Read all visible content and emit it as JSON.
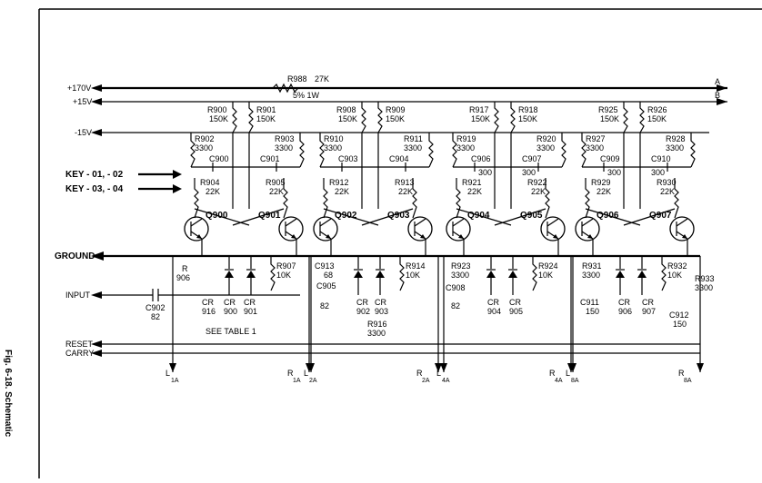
{
  "caption": "Fig. 6-18. Schematic",
  "rails": {
    "plus170": "+170V",
    "plus15": "+15V",
    "minus15": "-15V",
    "ground": "GROUND",
    "input": "INPUT",
    "reset": "RESET",
    "carry": "CARRY",
    "bus_a": "A",
    "bus_b": "B"
  },
  "keys": [
    "KEY - 01, - 02",
    "KEY - 03, - 04"
  ],
  "r988": {
    "ref": "R988",
    "value": "27K",
    "rating": "5% 1W"
  },
  "input_parts": {
    "c902": {
      "ref": "C902",
      "value": "82"
    },
    "r906": {
      "ref": "R",
      "num": "906"
    },
    "cr916": {
      "ref": "CR",
      "num": "916"
    },
    "cr900": {
      "ref": "CR",
      "num": "900"
    },
    "cr901": {
      "ref": "CR",
      "num": "901"
    },
    "note": "SEE TABLE 1"
  },
  "stages": [
    {
      "collector_left": {
        "ref": "R900",
        "value": "150K"
      },
      "collector_right": {
        "ref": "R901",
        "value": "150K"
      },
      "base_left": {
        "ref": "R902",
        "value": "3300"
      },
      "base_right": {
        "ref": "R903",
        "value": "3300"
      },
      "cap_top": "C900",
      "cap_top2": "C901",
      "cap_val": "",
      "cross_left": {
        "ref": "R904",
        "value": "22K"
      },
      "cross_right": {
        "ref": "R905",
        "value": "22K"
      },
      "q_left": "Q900",
      "q_right": "Q901",
      "bottom": {
        "ref": "R907",
        "value": "10K"
      },
      "out_left": {
        "main": "L",
        "sub": "1A"
      },
      "out_right": {
        "main": "R",
        "sub": "1A"
      }
    },
    {
      "collector_left": {
        "ref": "R908",
        "value": "150K"
      },
      "collector_right": {
        "ref": "R909",
        "value": "150K"
      },
      "base_left": {
        "ref": "R910",
        "value": "3300"
      },
      "base_right": {
        "ref": "R911",
        "value": "3300"
      },
      "cap_top": "C903",
      "cap_top2": "C904",
      "cap_val": "",
      "cross_left": {
        "ref": "R912",
        "value": "22K"
      },
      "cross_right": {
        "ref": "R913",
        "value": "22K"
      },
      "q_left": "Q902",
      "q_right": "Q903",
      "bottom": {
        "ref": "R914",
        "value": "10K"
      },
      "out_left": {
        "main": "L",
        "sub": "2A"
      },
      "out_right": {
        "main": "R",
        "sub": "2A"
      }
    },
    {
      "collector_left": {
        "ref": "R917",
        "value": "150K"
      },
      "collector_right": {
        "ref": "R918",
        "value": "150K"
      },
      "base_left": {
        "ref": "R919",
        "value": "3300"
      },
      "base_right": {
        "ref": "R920",
        "value": "3300"
      },
      "cap_top": "C906",
      "cap_top2": "C907",
      "cap_val": "300",
      "cross_left": {
        "ref": "R921",
        "value": "22K"
      },
      "cross_right": {
        "ref": "R922",
        "value": "22K"
      },
      "q_left": "Q904",
      "q_right": "Q905",
      "bottom": {
        "ref": "R924",
        "value": "10K"
      },
      "out_left": {
        "main": "L",
        "sub": "4A"
      },
      "out_right": {
        "main": "R",
        "sub": "4A"
      }
    },
    {
      "collector_left": {
        "ref": "R925",
        "value": "150K"
      },
      "collector_right": {
        "ref": "R926",
        "value": "150K"
      },
      "base_left": {
        "ref": "R927",
        "value": "3300"
      },
      "base_right": {
        "ref": "R928",
        "value": "3300"
      },
      "cap_top": "C909",
      "cap_top2": "C910",
      "cap_val": "300",
      "cross_left": {
        "ref": "R929",
        "value": "22K"
      },
      "cross_right": {
        "ref": "R930",
        "value": "22K"
      },
      "q_left": "Q906",
      "q_right": "Q907",
      "bottom": {
        "ref": "R932",
        "value": "10K"
      },
      "out_left": {
        "main": "L",
        "sub": "8A"
      },
      "out_right": {
        "main": "R",
        "sub": "8A"
      }
    }
  ],
  "lower_parts": {
    "c913": {
      "ref": "C913",
      "value": "68"
    },
    "c905": {
      "ref": "C905",
      "value": "82"
    },
    "cr902": {
      "ref": "CR",
      "num": "902"
    },
    "cr903": {
      "ref": "CR",
      "num": "903"
    },
    "r916": {
      "ref": "R916",
      "value": "3300"
    },
    "r923": {
      "ref": "R923",
      "value": "3300"
    },
    "c908": {
      "ref": "C908",
      "value": "82"
    },
    "cr904": {
      "ref": "CR",
      "num": "904"
    },
    "cr905": {
      "ref": "CR",
      "num": "905"
    },
    "r931": {
      "ref": "R931",
      "value": "3300"
    },
    "c911": {
      "ref": "C911",
      "value": "150"
    },
    "cr906": {
      "ref": "CR",
      "num": "906"
    },
    "cr907": {
      "ref": "CR",
      "num": "907"
    },
    "c912": {
      "ref": "C912",
      "value": "150"
    },
    "r933": {
      "ref": "R933",
      "value": "3300"
    }
  }
}
